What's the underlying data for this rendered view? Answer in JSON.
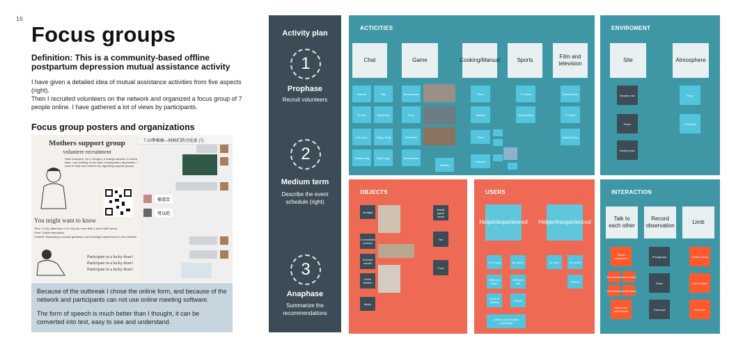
{
  "page": {
    "number": "16",
    "title": "Focus groups",
    "definition": "Definition: This is a community-based offline postpartum depression mutual assistance activity",
    "intro": "I have given a detailed idea of mutual assistance activities from five aspects (right).",
    "intro2": "Then I recruited volunteers on the network and organized a focus group of 7 people online. I have gathered a lot of views by participants.",
    "subheading": "Focus group posters and organizations"
  },
  "poster": {
    "title": "Mothers support group",
    "subtitle": "volunteer recruitment",
    "body": "Hello everyone, I'm Li Gengen, a college student. In recent days, I am working on the topic of postpartum depression. I hope to help new mothers by organizing support groups.",
    "know": "You might want to know",
    "time": "Time: 9 July, afternoon of 12 July (no more than 1 and a half hours)",
    "form": "Form: Online discussion",
    "content": "Content: Discussing a contact guidance and exchange experience for new mothers",
    "lucky": "Participate in a lucky draw!"
  },
  "chat": {
    "header": "7.10李格格—妈妈们的讨论会 (7)",
    "msg1": "很适合",
    "msg2": "可以的"
  },
  "note": {
    "text1": "Because of the outbreak I chose the online form, and because of the network and participants can not use online meeting software.",
    "text2": "The form of speech is much better than I thought, it can be converted into text, easy to see and understand."
  },
  "sidebar": {
    "heading": "Activity plan",
    "steps": [
      {
        "num": "1",
        "name": "Prophase",
        "desc": "Recruit volunteers"
      },
      {
        "num": "2",
        "name": "Medium term",
        "desc": "Describe the event schedule (right)"
      },
      {
        "num": "3",
        "name": "Anaphase",
        "desc": "Summarize the recommendations"
      }
    ]
  },
  "activities": {
    "title": "ACTICITIES",
    "headers": [
      "Chat",
      "Game",
      "Cooking/Manual",
      "Sports",
      "Film and television"
    ],
    "notes": [
      "Debate",
      "Talk",
      "Quietly",
      "Bad thing",
      "Life soup",
      "Happy thing",
      "Useful thing",
      "Sad things",
      "Board game",
      "Story",
      "Yoga",
      "Pedestals",
      "TV series",
      "Variety show",
      "Food",
      "Baking",
      "Manual",
      "Plant",
      "Weekly"
    ]
  },
  "environment": {
    "title": "ENVIROMENT",
    "headers": [
      "Site",
      "Atmosphere"
    ],
    "notes": [
      "Nearby mall",
      "Home",
      "Nearby park",
      "Easy",
      "Peaceful"
    ]
  },
  "objects": {
    "title": "OBJECTS",
    "notes": [
      "Sunlight",
      "Comfortable cushion",
      "Scented candle",
      "Fresh flowers",
      "Music",
      "Board game cards",
      "Tea",
      "Food"
    ]
  },
  "users": {
    "title": "USERS",
    "headers": [
      "Helper/experienced",
      "Helper/inexperienced"
    ],
    "notes": [
      "1-3 People",
      "Be active",
      "Willing to listen",
      "Willing to talk",
      "Good at sharing",
      "Patient",
      "A little psychological knowledge",
      "Be calm"
    ]
  },
  "interaction": {
    "title": "INTERACTION",
    "headers": [
      "Talk to each other",
      "Record observation",
      "Limb"
    ],
    "notes": [
      "Share experience",
      "Understand",
      "Listen and understand",
      "Photograph",
      "Video",
      "Transcript",
      "Shake hands",
      "Eye contact",
      "Embrace"
    ]
  },
  "colors": {
    "sidebar": "#3b4c56",
    "teal": "#3f97a6",
    "coral": "#ef6a55",
    "note": "#c7d6de"
  }
}
